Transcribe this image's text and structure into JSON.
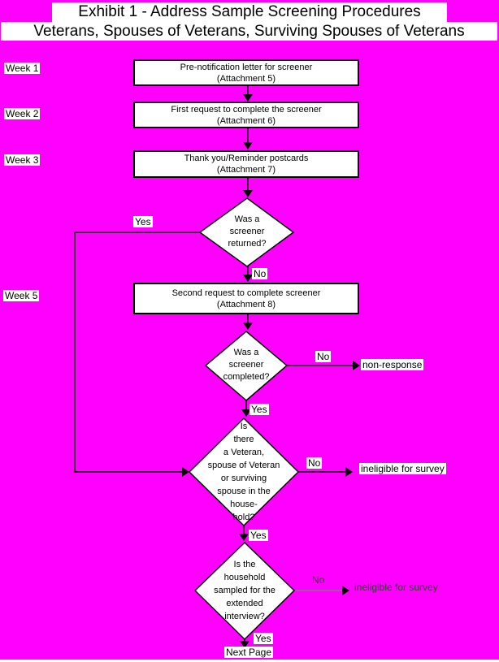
{
  "title": {
    "line1": "Exhibit 1 - Address Sample Screening Procedures",
    "line2": "Veterans, Spouses of Veterans, Surviving Spouses of Veterans"
  },
  "colors": {
    "background": "#FF00FF",
    "shape_fill": "#FFFFFF",
    "stroke": "#000000",
    "muted_text": "#3d3d3d",
    "muted_line": "#7a7a7a"
  },
  "weeks": [
    {
      "label": "Week 1"
    },
    {
      "label": "Week 2"
    },
    {
      "label": "Week 3"
    },
    {
      "label": "Week 5"
    }
  ],
  "process_boxes": [
    {
      "lines": [
        "Pre-notification letter for screener",
        "(Attachment 5)"
      ]
    },
    {
      "lines": [
        "First request to complete the screener",
        "(Attachment 6)"
      ]
    },
    {
      "lines": [
        "Thank you/Reminder postcards",
        "(Attachment 7)"
      ]
    },
    {
      "lines": [
        "Second request to complete screener",
        "(Attachment 8)"
      ]
    }
  ],
  "decisions": [
    {
      "lines": [
        "Was a",
        "screener",
        "returned?"
      ]
    },
    {
      "lines": [
        "Was a",
        "screener",
        "completed?"
      ]
    },
    {
      "lines": [
        "Is",
        "there",
        "a Veteran,",
        "spouse of Veteran",
        "or surviving",
        "spouse in the",
        "house-",
        "hold?"
      ]
    },
    {
      "lines": [
        "Is the",
        "household",
        "sampled for the",
        "extended",
        "interview?"
      ]
    }
  ],
  "edges": {
    "d1_yes": "Yes",
    "d1_no": "No",
    "d2_no": "No",
    "d2_yes": "Yes",
    "d3_no": "No",
    "d3_yes": "Yes",
    "d4_no": "No",
    "d4_yes": "Yes"
  },
  "terminals": {
    "non_response": "non-response",
    "ineligible_survey_1": "ineligible for survey",
    "ineligible_survey_2": "ineligible for survey",
    "next_page": "Next Page"
  }
}
